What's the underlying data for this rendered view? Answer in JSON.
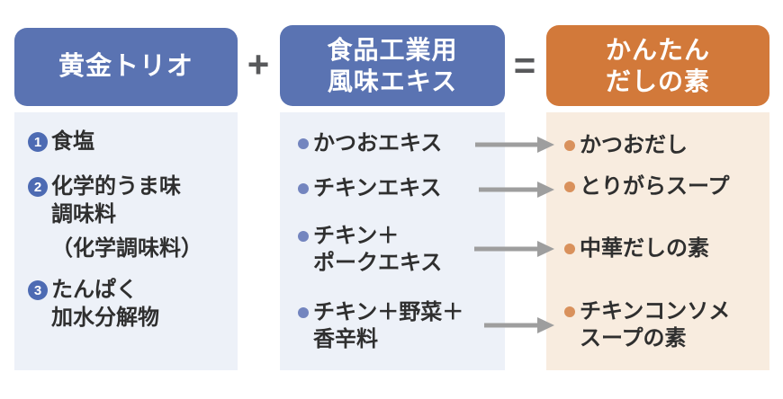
{
  "operators": {
    "plus": "+",
    "equals": "="
  },
  "left": {
    "header": "黄金トリオ",
    "items": [
      {
        "num": "1",
        "lines": [
          "食塩"
        ]
      },
      {
        "num": "2",
        "lines": [
          "化学的うま味",
          "調味料"
        ],
        "note": "（化学調味料）"
      },
      {
        "num": "3",
        "lines": [
          "たんぱく",
          "加水分解物"
        ]
      }
    ]
  },
  "middle": {
    "header_lines": [
      "食品工業用",
      "風味エキス"
    ],
    "items": [
      {
        "lines": [
          "かつおエキス"
        ]
      },
      {
        "lines": [
          "チキンエキス"
        ]
      },
      {
        "lines": [
          "チキン＋",
          "ポークエキス"
        ]
      },
      {
        "lines": [
          "チキン＋野菜＋",
          "香辛料"
        ]
      }
    ]
  },
  "right": {
    "header_lines": [
      "かんたん",
      "だしの素"
    ],
    "items": [
      {
        "lines": [
          "かつおだし"
        ]
      },
      {
        "lines": [
          "とりがらスープ"
        ]
      },
      {
        "lines": [
          "中華だしの素"
        ]
      },
      {
        "lines": [
          "チキンコンソメ",
          "スープの素"
        ]
      }
    ]
  },
  "colors": {
    "header_blue": "#5a73b2",
    "header_orange": "#d2793a",
    "panel_blue": "#edf1f8",
    "panel_orange": "#f8ecdf",
    "number_circle": "#4d6bb3",
    "bullet_blue": "#7385bf",
    "bullet_orange": "#d9915c",
    "arrow": "#9e9e9e",
    "text": "#2f2f2f",
    "operator": "#58595b"
  }
}
